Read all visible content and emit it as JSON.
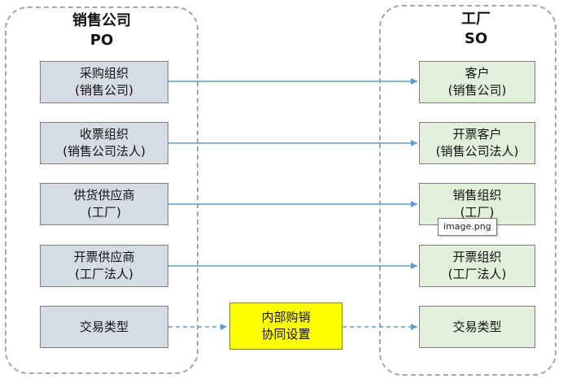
{
  "groups": {
    "left": {
      "title_line1": "销售公司",
      "title_line2": "PO"
    },
    "right": {
      "title_line1": "工厂",
      "title_line2": "SO"
    }
  },
  "left_boxes": [
    {
      "line1": "采购组织",
      "line2": "(销售公司)"
    },
    {
      "line1": "收票组织",
      "line2": "(销售公司法人)"
    },
    {
      "line1": "供货供应商",
      "line2": "(工厂)"
    },
    {
      "line1": "开票供应商",
      "line2": "(工厂法人)"
    },
    {
      "line1": "交易类型",
      "line2": ""
    }
  ],
  "right_boxes": [
    {
      "line1": "客户",
      "line2": "(销售公司)"
    },
    {
      "line1": "开票客户",
      "line2": "(销售公司法人)"
    },
    {
      "line1": "销售组织",
      "line2": "(工厂)"
    },
    {
      "line1": "开票组织",
      "line2": "(工厂法人)"
    },
    {
      "line1": "交易类型",
      "line2": ""
    }
  ],
  "middle_box": {
    "line1": "内部购销",
    "line2": "协同设置"
  },
  "tooltip": {
    "text": "image.png"
  },
  "colors": {
    "left_fill": "#d6dce4",
    "right_fill": "#e2efda",
    "middle_fill": "#ffff00",
    "arrow": "#5b9bd5",
    "group_border": "#a6a6a6"
  }
}
